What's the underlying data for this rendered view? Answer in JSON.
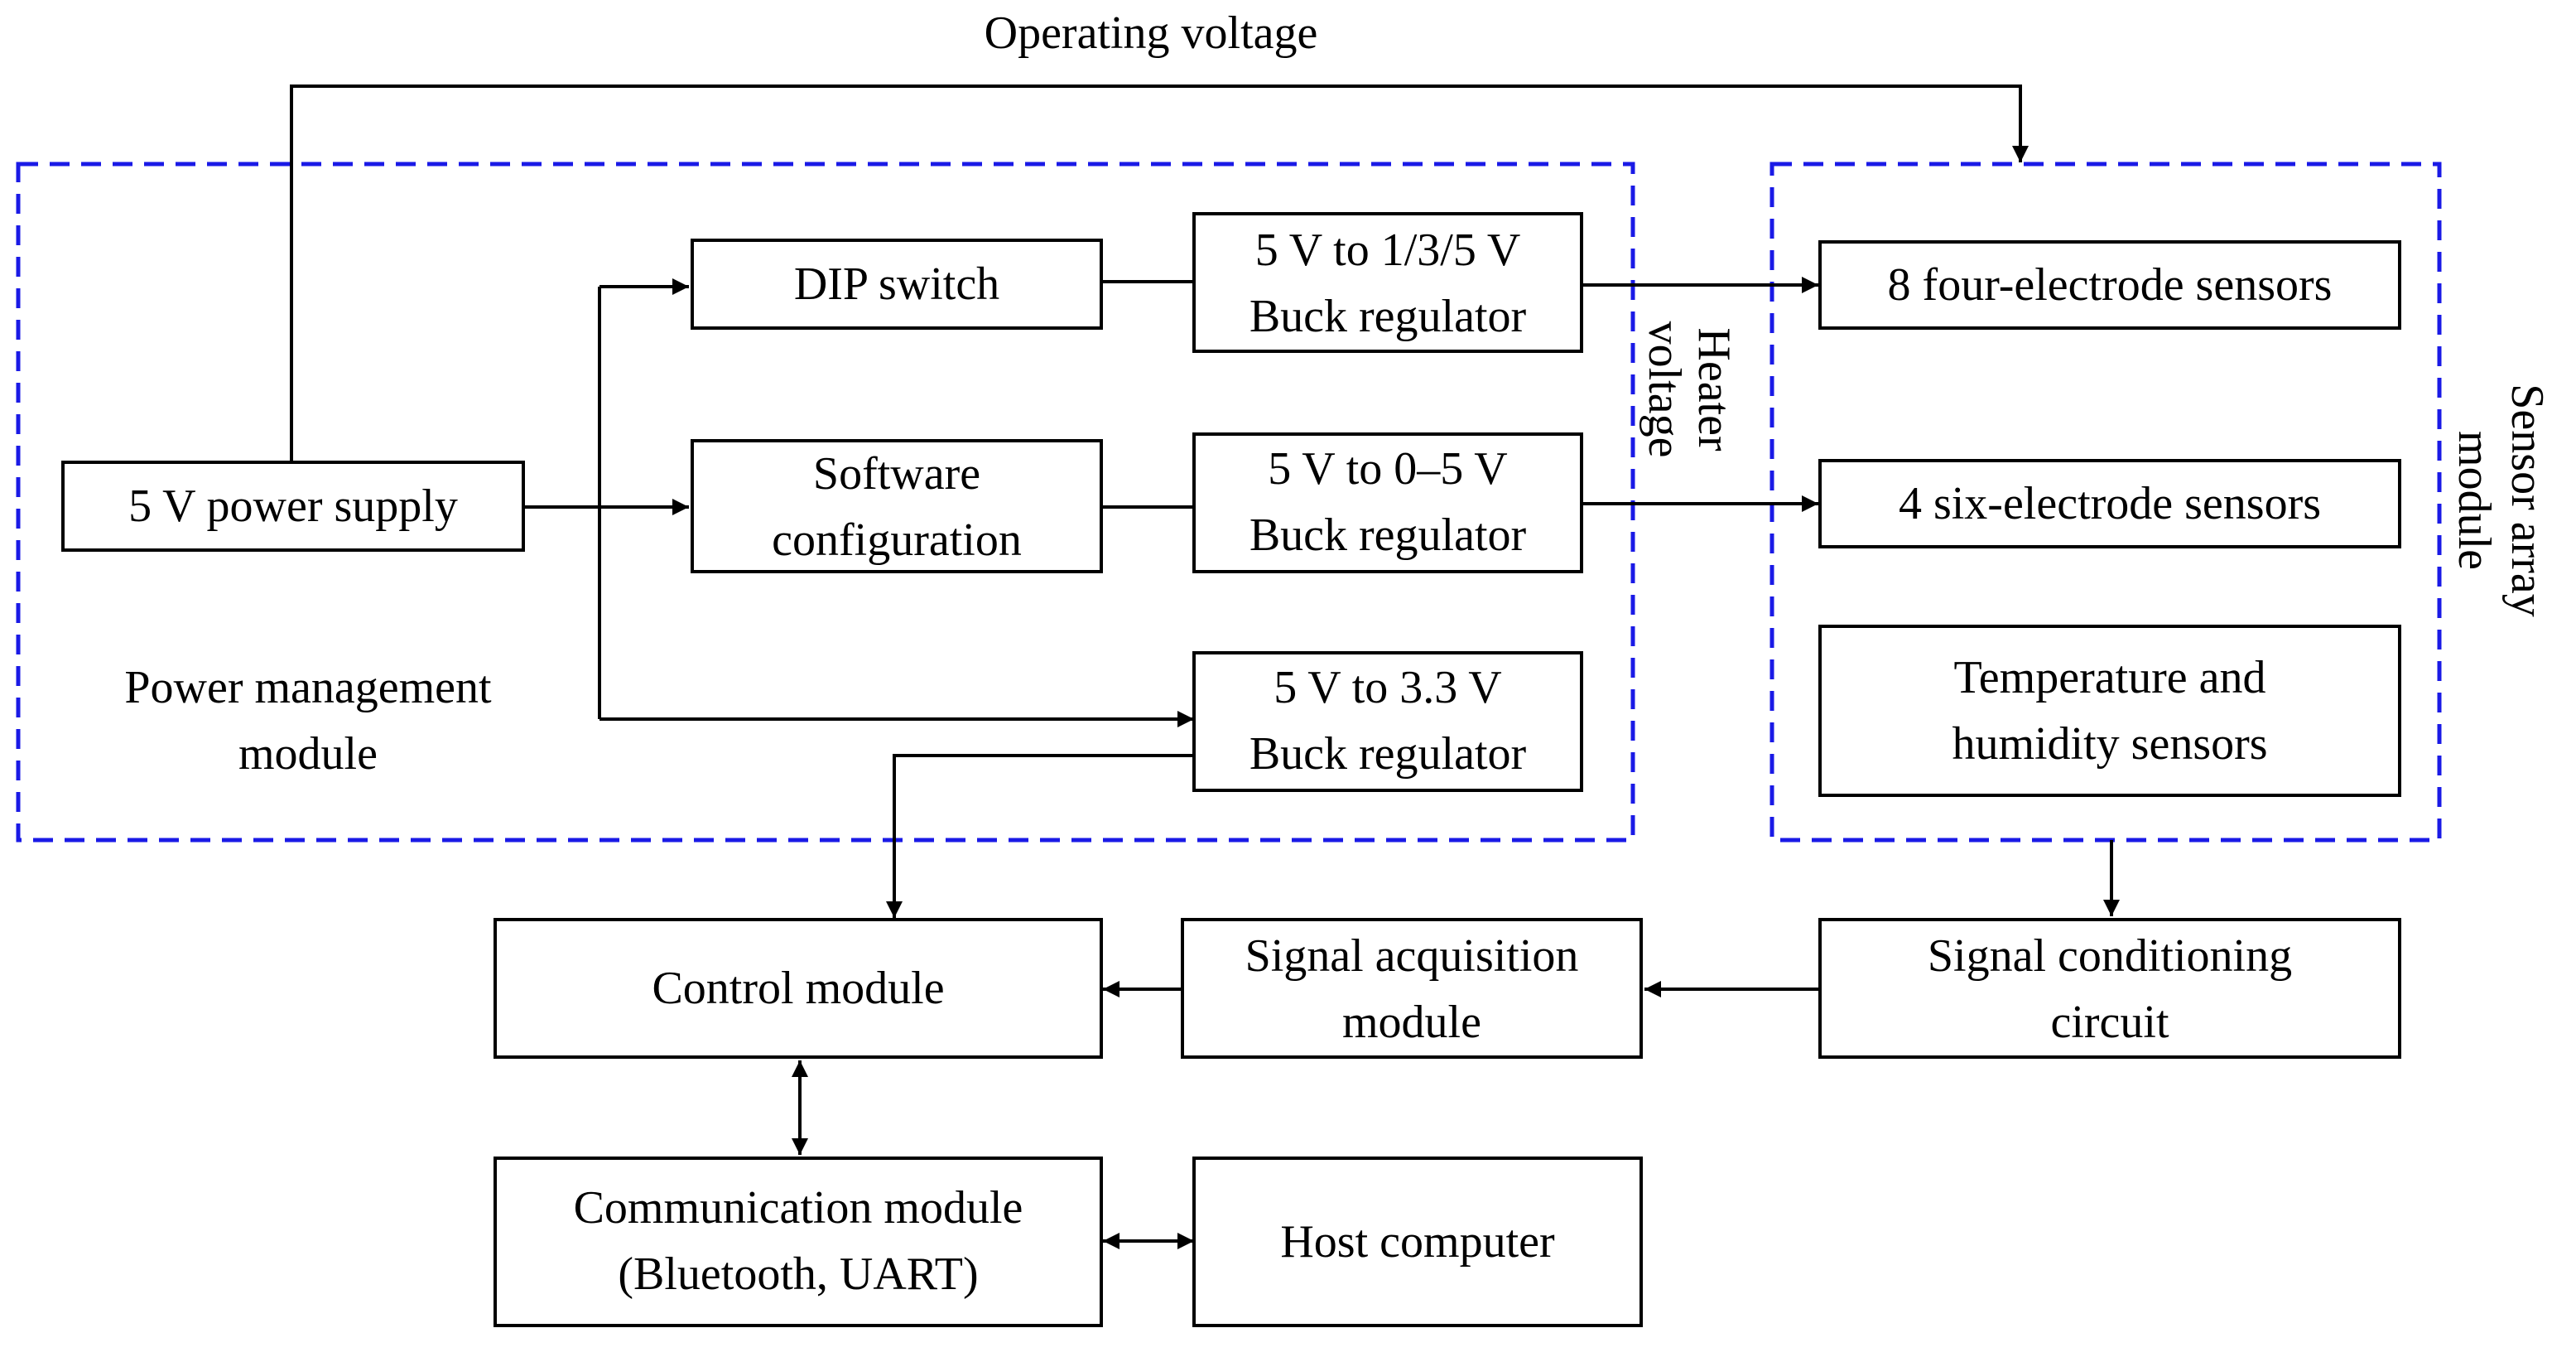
{
  "diagram": {
    "labels": {
      "operating_voltage": "Operating voltage",
      "heater_voltage": [
        "Heater",
        "voltage"
      ]
    },
    "groups": {
      "power_management": {
        "label": [
          "Power management",
          "module"
        ],
        "border_color": "#1a1ae6"
      },
      "sensor_array": {
        "label": [
          "Sensor array",
          "module"
        ],
        "border_color": "#1a1ae6"
      }
    },
    "blocks": {
      "power_supply": [
        "5 V power supply"
      ],
      "dip_switch": [
        "DIP switch"
      ],
      "software_config": [
        "Software",
        "configuration"
      ],
      "buck_135": [
        "5 V to 1/3/5 V",
        "Buck regulator"
      ],
      "buck_05": [
        "5 V to 0–5 V",
        "Buck regulator"
      ],
      "buck_33": [
        "5 V to 3.3 V",
        "Buck regulator"
      ],
      "four_electrode": [
        "8 four-electrode sensors"
      ],
      "six_electrode": [
        "4 six-electrode sensors"
      ],
      "temp_humidity": [
        "Temperature and",
        "humidity sensors"
      ],
      "signal_conditioning": [
        "Signal conditioning",
        "circuit"
      ],
      "signal_acquisition": [
        "Signal acquisition",
        "module"
      ],
      "control_module": [
        "Control module"
      ],
      "communication": [
        "Communication module",
        "(Bluetooth, UART)"
      ],
      "host_computer": [
        "Host computer"
      ]
    }
  }
}
